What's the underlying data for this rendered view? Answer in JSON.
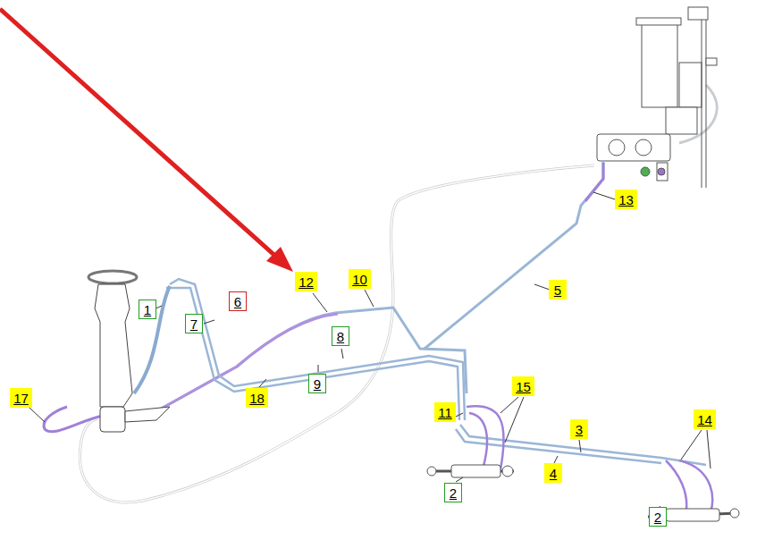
{
  "diagram": {
    "nodes": [
      {
        "text": [
          "12"
        ]
      },
      {
        "text": [
          "10"
        ]
      },
      {
        "text": [
          "13"
        ]
      },
      {
        "text": [
          "5"
        ]
      },
      {
        "text": [
          "1"
        ]
      },
      {
        "text": [
          "7"
        ]
      },
      {
        "text": [
          "6"
        ]
      },
      {
        "text": [
          "8"
        ]
      },
      {
        "text": [
          "9"
        ]
      },
      {
        "text": [
          "17"
        ]
      },
      {
        "text": [
          "18"
        ]
      },
      {
        "text": [
          "11"
        ]
      },
      {
        "text": [
          "15"
        ]
      },
      {
        "text": [
          "3"
        ]
      },
      {
        "text": [
          "14"
        ]
      },
      {
        "text": [
          "4"
        ]
      },
      {
        "text": [
          "2"
        ]
      },
      {
        "text": [
          "2"
        ]
      }
    ]
  }
}
